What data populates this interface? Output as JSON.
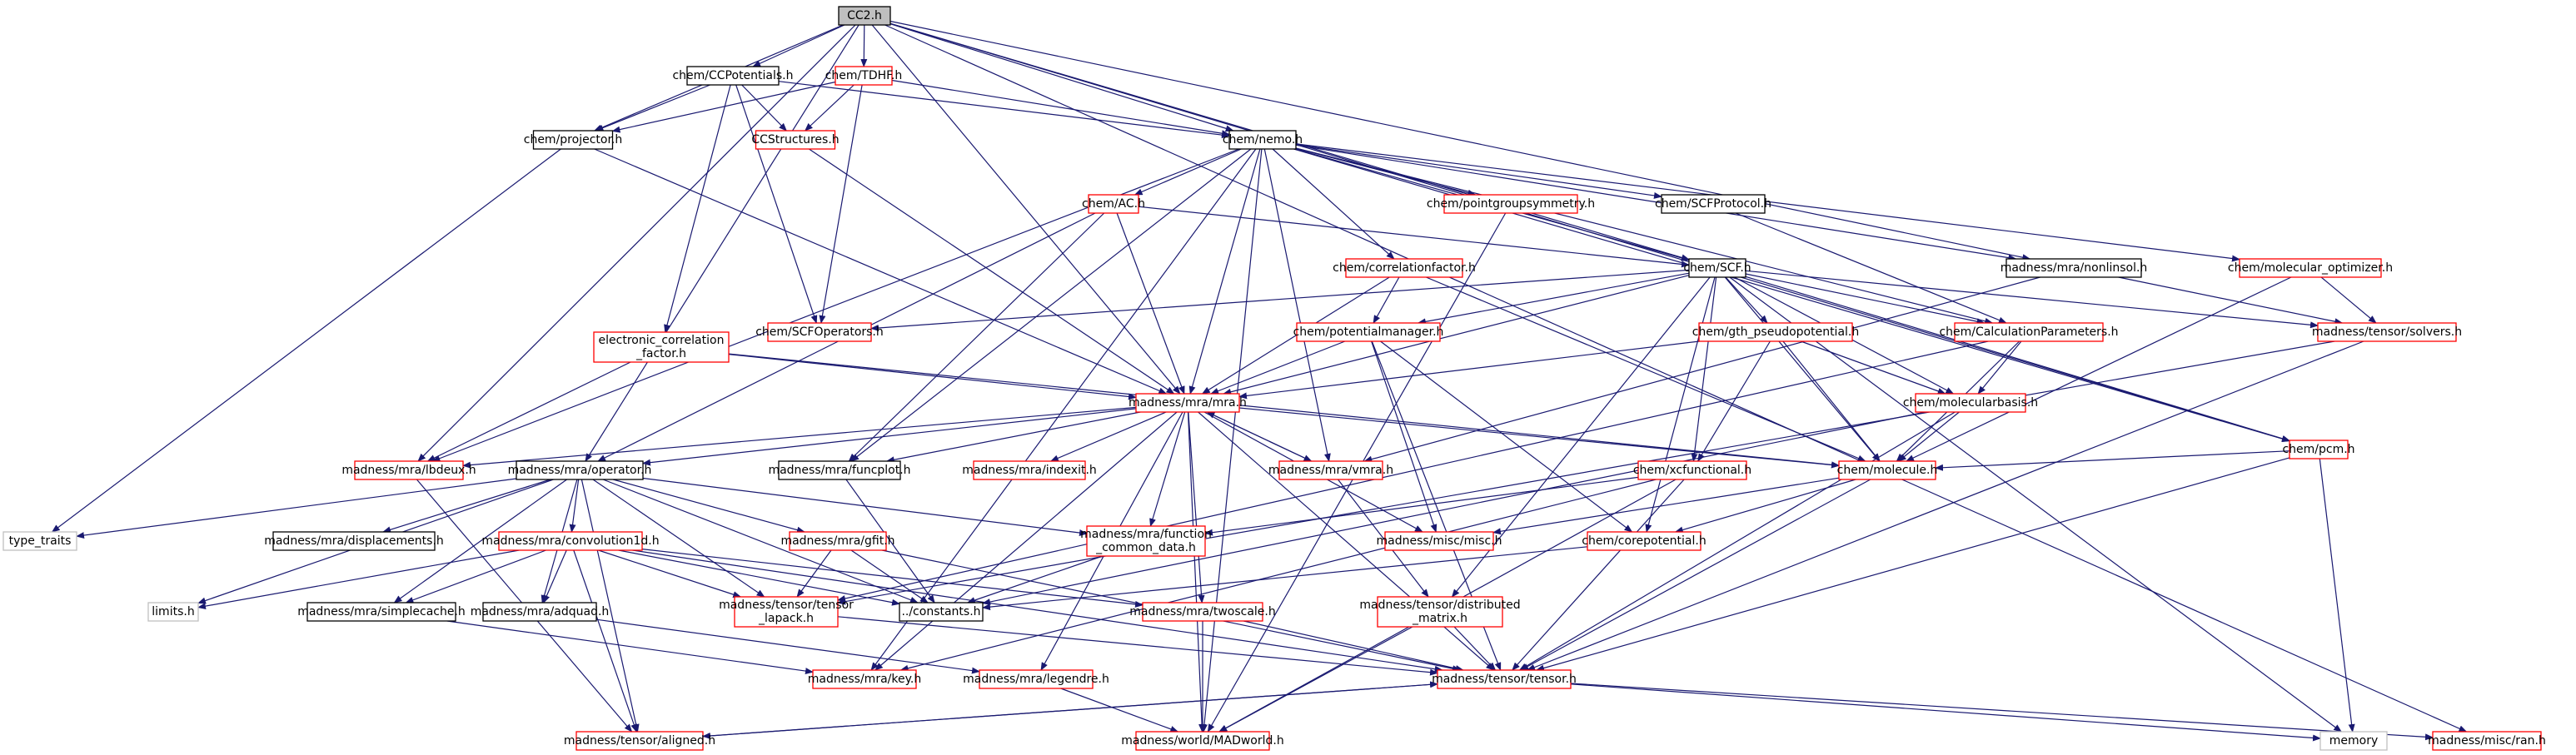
{
  "colors": {
    "edge": "#191970",
    "border_black": "#000000",
    "border_red": "#ff0000",
    "border_gray": "#bfbfbf",
    "root_fill": "#bfbfbf",
    "node_fill": "#ffffff"
  },
  "nodes": [
    {
      "id": "cc2",
      "lines": [
        "CC2.h"
      ],
      "kind": "root"
    },
    {
      "id": "ccpot",
      "lines": [
        "chem/CCPotentials.h"
      ],
      "kind": "black"
    },
    {
      "id": "tdhf",
      "lines": [
        "chem/TDHF.h"
      ],
      "kind": "red"
    },
    {
      "id": "projector",
      "lines": [
        "chem/projector.h"
      ],
      "kind": "black"
    },
    {
      "id": "ccstruct",
      "lines": [
        "CCStructures.h"
      ],
      "kind": "red"
    },
    {
      "id": "nemo",
      "lines": [
        "chem/nemo.h"
      ],
      "kind": "black"
    },
    {
      "id": "ac",
      "lines": [
        "chem/AC.h"
      ],
      "kind": "red"
    },
    {
      "id": "pgs",
      "lines": [
        "chem/pointgroupsymmetry.h"
      ],
      "kind": "red"
    },
    {
      "id": "scfproto",
      "lines": [
        "chem/SCFProtocol.h"
      ],
      "kind": "black"
    },
    {
      "id": "corrfac",
      "lines": [
        "chem/correlationfactor.h"
      ],
      "kind": "red"
    },
    {
      "id": "scf",
      "lines": [
        "chem/SCF.h"
      ],
      "kind": "black"
    },
    {
      "id": "nonlinsol",
      "lines": [
        "madness/mra/nonlinsol.h"
      ],
      "kind": "black"
    },
    {
      "id": "molopt",
      "lines": [
        "chem/molecular_optimizer.h"
      ],
      "kind": "red"
    },
    {
      "id": "ecf",
      "lines": [
        "electronic_correlation",
        "_factor.h"
      ],
      "kind": "red"
    },
    {
      "id": "scfops",
      "lines": [
        "chem/SCFOperators.h"
      ],
      "kind": "red"
    },
    {
      "id": "potman",
      "lines": [
        "chem/potentialmanager.h"
      ],
      "kind": "red"
    },
    {
      "id": "gth",
      "lines": [
        "chem/gth_pseudopotential.h"
      ],
      "kind": "red"
    },
    {
      "id": "calcparams",
      "lines": [
        "chem/CalculationParameters.h"
      ],
      "kind": "red"
    },
    {
      "id": "solvers",
      "lines": [
        "madness/tensor/solvers.h"
      ],
      "kind": "red"
    },
    {
      "id": "mra",
      "lines": [
        "madness/mra/mra.h"
      ],
      "kind": "red"
    },
    {
      "id": "molbasis",
      "lines": [
        "chem/molecularbasis.h"
      ],
      "kind": "red"
    },
    {
      "id": "pcm",
      "lines": [
        "chem/pcm.h"
      ],
      "kind": "red"
    },
    {
      "id": "lbdeux",
      "lines": [
        "madness/mra/lbdeux.h"
      ],
      "kind": "red"
    },
    {
      "id": "operator",
      "lines": [
        "madness/mra/operator.h"
      ],
      "kind": "black"
    },
    {
      "id": "funcplot",
      "lines": [
        "madness/mra/funcplot.h"
      ],
      "kind": "black"
    },
    {
      "id": "indexit",
      "lines": [
        "madness/mra/indexit.h"
      ],
      "kind": "red"
    },
    {
      "id": "vmra",
      "lines": [
        "madness/mra/vmra.h"
      ],
      "kind": "red"
    },
    {
      "id": "molecule",
      "lines": [
        "chem/molecule.h"
      ],
      "kind": "red"
    },
    {
      "id": "xcfunc",
      "lines": [
        "chem/xcfunctional.h"
      ],
      "kind": "red"
    },
    {
      "id": "typetraits",
      "lines": [
        "type_traits"
      ],
      "kind": "gray"
    },
    {
      "id": "displacements",
      "lines": [
        "madness/mra/displacements.h"
      ],
      "kind": "black"
    },
    {
      "id": "conv1d",
      "lines": [
        "madness/mra/convolution1d.h"
      ],
      "kind": "red"
    },
    {
      "id": "gfit",
      "lines": [
        "madness/mra/gfit.h"
      ],
      "kind": "red"
    },
    {
      "id": "funccommon",
      "lines": [
        "madness/mra/function",
        "_common_data.h"
      ],
      "kind": "red"
    },
    {
      "id": "miscmisc",
      "lines": [
        "madness/misc/misc.h"
      ],
      "kind": "red"
    },
    {
      "id": "corepot",
      "lines": [
        "chem/corepotential.h"
      ],
      "kind": "red"
    },
    {
      "id": "limits",
      "lines": [
        "limits.h"
      ],
      "kind": "gray"
    },
    {
      "id": "simplecache",
      "lines": [
        "madness/mra/simplecache.h"
      ],
      "kind": "black"
    },
    {
      "id": "adquad",
      "lines": [
        "madness/mra/adquad.h"
      ],
      "kind": "black"
    },
    {
      "id": "tensorlapack",
      "lines": [
        "madness/tensor/tensor",
        "_lapack.h"
      ],
      "kind": "red"
    },
    {
      "id": "constants",
      "lines": [
        "../constants.h"
      ],
      "kind": "black"
    },
    {
      "id": "twoscale",
      "lines": [
        "madness/mra/twoscale.h"
      ],
      "kind": "red"
    },
    {
      "id": "distmatrix",
      "lines": [
        "madness/tensor/distributed",
        "_matrix.h"
      ],
      "kind": "red"
    },
    {
      "id": "key",
      "lines": [
        "madness/mra/key.h"
      ],
      "kind": "red"
    },
    {
      "id": "legendre",
      "lines": [
        "madness/mra/legendre.h"
      ],
      "kind": "red"
    },
    {
      "id": "tensor",
      "lines": [
        "madness/tensor/tensor.h"
      ],
      "kind": "red"
    },
    {
      "id": "aligned",
      "lines": [
        "madness/tensor/aligned.h"
      ],
      "kind": "red"
    },
    {
      "id": "madworld",
      "lines": [
        "madness/world/MADworld.h"
      ],
      "kind": "red"
    },
    {
      "id": "memory",
      "lines": [
        "memory"
      ],
      "kind": "gray"
    },
    {
      "id": "ran",
      "lines": [
        "madness/misc/ran.h"
      ],
      "kind": "red"
    }
  ],
  "edges": [
    [
      "cc2",
      "ccpot"
    ],
    [
      "cc2",
      "tdhf"
    ],
    [
      "cc2",
      "projector"
    ],
    [
      "cc2",
      "nemo"
    ],
    [
      "cc2",
      "scf"
    ],
    [
      "cc2",
      "nonlinsol"
    ],
    [
      "cc2",
      "mra"
    ],
    [
      "cc2",
      "lbdeux"
    ],
    [
      "cc2",
      "operator"
    ],
    [
      "cc2",
      "pcm"
    ],
    [
      "cc2",
      "ran"
    ],
    [
      "ccpot",
      "projector"
    ],
    [
      "ccpot",
      "ccstruct"
    ],
    [
      "ccpot",
      "nemo"
    ],
    [
      "ccpot",
      "ecf"
    ],
    [
      "ccpot",
      "scfops"
    ],
    [
      "tdhf",
      "projector"
    ],
    [
      "tdhf",
      "ccstruct"
    ],
    [
      "tdhf",
      "nemo"
    ],
    [
      "tdhf",
      "scfops"
    ],
    [
      "projector",
      "mra"
    ],
    [
      "projector",
      "typetraits"
    ],
    [
      "ccstruct",
      "mra"
    ],
    [
      "nemo",
      "ac"
    ],
    [
      "nemo",
      "pgs"
    ],
    [
      "nemo",
      "scfproto"
    ],
    [
      "nemo",
      "corrfac"
    ],
    [
      "nemo",
      "scf"
    ],
    [
      "nemo",
      "nonlinsol"
    ],
    [
      "nemo",
      "molopt"
    ],
    [
      "nemo",
      "mra"
    ],
    [
      "nemo",
      "vmra"
    ],
    [
      "nemo",
      "lbdeux"
    ],
    [
      "nemo",
      "funcplot"
    ],
    [
      "nemo",
      "key"
    ],
    [
      "nemo",
      "madworld"
    ],
    [
      "nemo",
      "calcparams"
    ],
    [
      "nemo",
      "pcm"
    ],
    [
      "ac",
      "scf"
    ],
    [
      "ac",
      "mra"
    ],
    [
      "ac",
      "funcplot"
    ],
    [
      "ac",
      "operator"
    ],
    [
      "pgs",
      "madworld"
    ],
    [
      "scfproto",
      "calcparams"
    ],
    [
      "corrfac",
      "potman"
    ],
    [
      "corrfac",
      "mra"
    ],
    [
      "corrfac",
      "molecule"
    ],
    [
      "scf",
      "scfops"
    ],
    [
      "scf",
      "potman"
    ],
    [
      "scf",
      "gth"
    ],
    [
      "scf",
      "calcparams"
    ],
    [
      "scf",
      "solvers"
    ],
    [
      "scf",
      "mra"
    ],
    [
      "scf",
      "molbasis"
    ],
    [
      "scf",
      "molecule"
    ],
    [
      "scf",
      "xcfunc"
    ],
    [
      "scf",
      "corepot"
    ],
    [
      "scf",
      "pcm"
    ],
    [
      "scf",
      "memory"
    ],
    [
      "scf",
      "distmatrix"
    ],
    [
      "nonlinsol",
      "solvers"
    ],
    [
      "nonlinsol",
      "vmra"
    ],
    [
      "molopt",
      "solvers"
    ],
    [
      "molopt",
      "molecule"
    ],
    [
      "ecf",
      "mra"
    ],
    [
      "ecf",
      "lbdeux"
    ],
    [
      "ecf",
      "molecule"
    ],
    [
      "potman",
      "mra"
    ],
    [
      "potman",
      "corepot"
    ],
    [
      "potman",
      "miscmisc"
    ],
    [
      "potman",
      "tensor"
    ],
    [
      "gth",
      "mra"
    ],
    [
      "gth",
      "molbasis"
    ],
    [
      "gth",
      "molecule"
    ],
    [
      "gth",
      "xcfunc"
    ],
    [
      "calcparams",
      "molbasis"
    ],
    [
      "calcparams",
      "molecule"
    ],
    [
      "calcparams",
      "tensorlapack"
    ],
    [
      "solvers",
      "tensorlapack"
    ],
    [
      "solvers",
      "tensor"
    ],
    [
      "mra",
      "operator"
    ],
    [
      "mra",
      "funcplot"
    ],
    [
      "mra",
      "indexit"
    ],
    [
      "mra",
      "vmra"
    ],
    [
      "mra",
      "lbdeux"
    ],
    [
      "mra",
      "funccommon"
    ],
    [
      "mra",
      "miscmisc"
    ],
    [
      "mra",
      "key"
    ],
    [
      "mra",
      "legendre"
    ],
    [
      "mra",
      "twoscale"
    ],
    [
      "mra",
      "madworld"
    ],
    [
      "mra",
      "tensor"
    ],
    [
      "mra",
      "molecule"
    ],
    [
      "molbasis",
      "molecule"
    ],
    [
      "molbasis",
      "tensor"
    ],
    [
      "molbasis",
      "constants"
    ],
    [
      "pcm",
      "molecule"
    ],
    [
      "pcm",
      "tensor"
    ],
    [
      "pcm",
      "memory"
    ],
    [
      "lbdeux",
      "aligned"
    ],
    [
      "operator",
      "typetraits"
    ],
    [
      "operator",
      "displacements"
    ],
    [
      "operator",
      "conv1d"
    ],
    [
      "operator",
      "gfit"
    ],
    [
      "operator",
      "funccommon"
    ],
    [
      "operator",
      "limits"
    ],
    [
      "operator",
      "simplecache"
    ],
    [
      "operator",
      "adquad"
    ],
    [
      "operator",
      "tensorlapack"
    ],
    [
      "operator",
      "constants"
    ],
    [
      "operator",
      "aligned"
    ],
    [
      "funcplot",
      "constants"
    ],
    [
      "vmra",
      "mra"
    ],
    [
      "vmra",
      "distmatrix"
    ],
    [
      "molecule",
      "miscmisc"
    ],
    [
      "molecule",
      "corepot"
    ],
    [
      "molecule",
      "tensor"
    ],
    [
      "xcfunc",
      "funccommon"
    ],
    [
      "xcfunc",
      "tensor"
    ],
    [
      "xcfunc",
      "madworld"
    ],
    [
      "xcfunc",
      "key"
    ],
    [
      "conv1d",
      "limits"
    ],
    [
      "conv1d",
      "simplecache"
    ],
    [
      "conv1d",
      "adquad"
    ],
    [
      "conv1d",
      "tensorlapack"
    ],
    [
      "conv1d",
      "constants"
    ],
    [
      "conv1d",
      "twoscale"
    ],
    [
      "conv1d",
      "aligned"
    ],
    [
      "conv1d",
      "tensor"
    ],
    [
      "gfit",
      "tensorlapack"
    ],
    [
      "gfit",
      "constants"
    ],
    [
      "gfit",
      "tensor"
    ],
    [
      "funccommon",
      "constants"
    ],
    [
      "corepot",
      "constants"
    ],
    [
      "simplecache",
      "key"
    ],
    [
      "adquad",
      "legendre"
    ],
    [
      "tensorlapack",
      "tensor"
    ],
    [
      "twoscale",
      "tensor"
    ],
    [
      "twoscale",
      "madworld"
    ],
    [
      "distmatrix",
      "tensor"
    ],
    [
      "distmatrix",
      "madworld"
    ],
    [
      "legendre",
      "madworld"
    ],
    [
      "tensor",
      "aligned"
    ],
    [
      "tensor",
      "memory"
    ],
    [
      "tensor",
      "ran"
    ],
    [
      "aligned",
      "tensor"
    ]
  ]
}
